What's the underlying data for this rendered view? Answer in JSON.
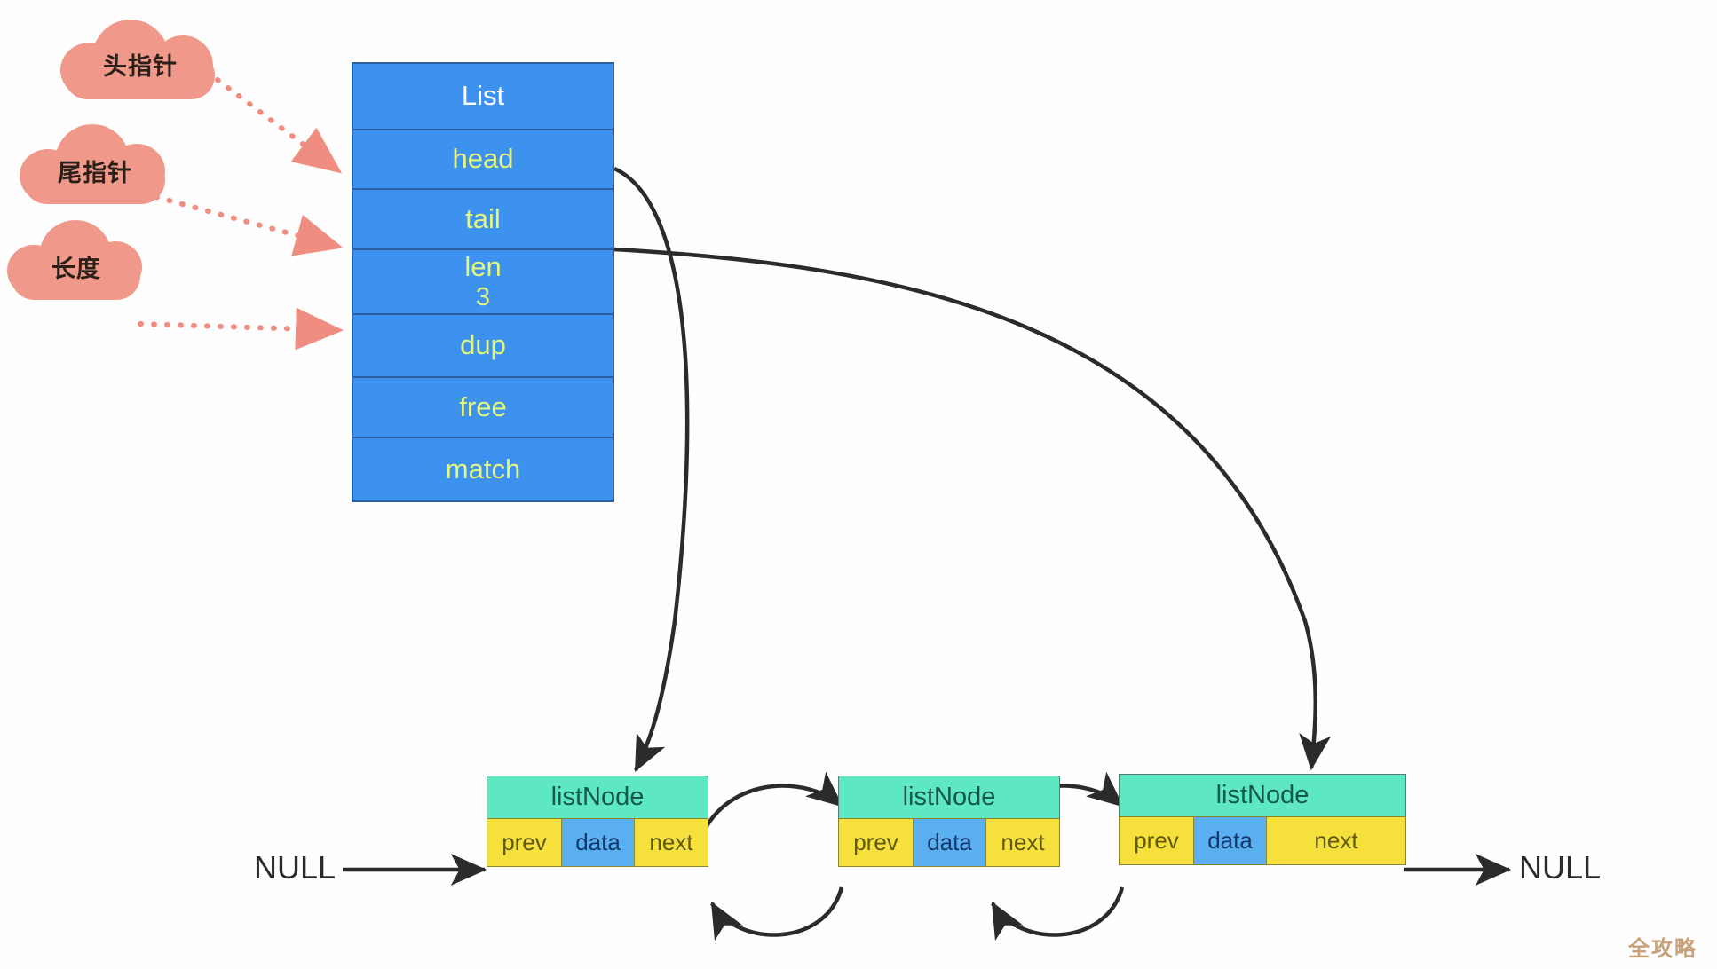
{
  "diagram": {
    "title": "Doubly linked list structure (List + listNode)",
    "colors": {
      "cloud_fill": "#f0998b",
      "dotted_arrow": "#ef8e80",
      "list_fill": "#3d92f0",
      "list_border": "#2c5f9e",
      "list_title_text": "#ffffff",
      "list_field_text": "#e4f77e",
      "node_header_fill": "#5de8c2",
      "node_header_text": "#14584c",
      "pointer_cell_fill": "#f5e03c",
      "pointer_cell_text": "#5f5a10",
      "data_cell_fill": "#5aaff0",
      "data_cell_text": "#10386b",
      "curve_stroke": "#2b2b2b",
      "watermark": "#c9a178"
    },
    "callouts": [
      {
        "label": "头指针",
        "points_to": "head"
      },
      {
        "label": "尾指针",
        "points_to": "tail"
      },
      {
        "label": "长度",
        "points_to": "len"
      }
    ],
    "list_struct": {
      "title": "List",
      "rows": [
        {
          "name": "head",
          "value": ""
        },
        {
          "name": "tail",
          "value": ""
        },
        {
          "name": "len",
          "value": "3"
        },
        {
          "name": "dup",
          "value": ""
        },
        {
          "name": "free",
          "value": ""
        },
        {
          "name": "match",
          "value": ""
        }
      ]
    },
    "nodes": [
      {
        "header": "listNode",
        "prev": "prev",
        "data": "data",
        "next": "next"
      },
      {
        "header": "listNode",
        "prev": "prev",
        "data": "data",
        "next": "next"
      },
      {
        "header": "listNode",
        "prev": "prev",
        "data": "data",
        "next": "next"
      }
    ],
    "terminators": {
      "left": "NULL",
      "right": "NULL"
    },
    "watermark": "全攻略"
  }
}
